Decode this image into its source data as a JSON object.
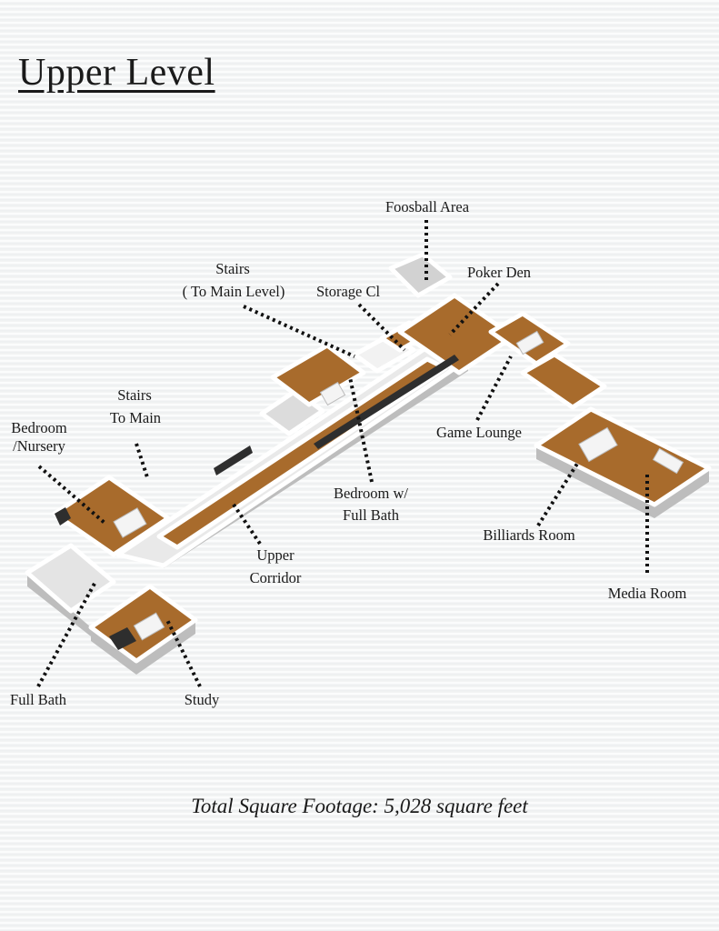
{
  "title": "Upper Level",
  "rooms": {
    "foosball": "Foosball  Area",
    "poker_den": "Poker Den",
    "storage": "Storage Cl",
    "stairs_main_level_1": "Stairs",
    "stairs_main_level_2": "( To Main Level)",
    "stairs_to_main_1": "Stairs",
    "stairs_to_main_2": "To Main",
    "bedroom_nursery_1": "Bedroom",
    "bedroom_nursery_2": "/Nursery",
    "upper_corridor_1": "Upper",
    "upper_corridor_2": "Corridor",
    "bedroom_bath_1": "Bedroom w/",
    "bedroom_bath_2": "Full Bath",
    "game_lounge": "Game Lounge",
    "billiards": "Billiards Room",
    "media": "Media Room",
    "full_bath": "Full Bath",
    "study": "Study"
  },
  "footer": "Total Square Footage: 5,028 square feet",
  "colors": {
    "wood": "#a86b2c",
    "wall": "#ffffff",
    "wall_side": "#cfcfcf",
    "dark": "#2e2e2e"
  }
}
